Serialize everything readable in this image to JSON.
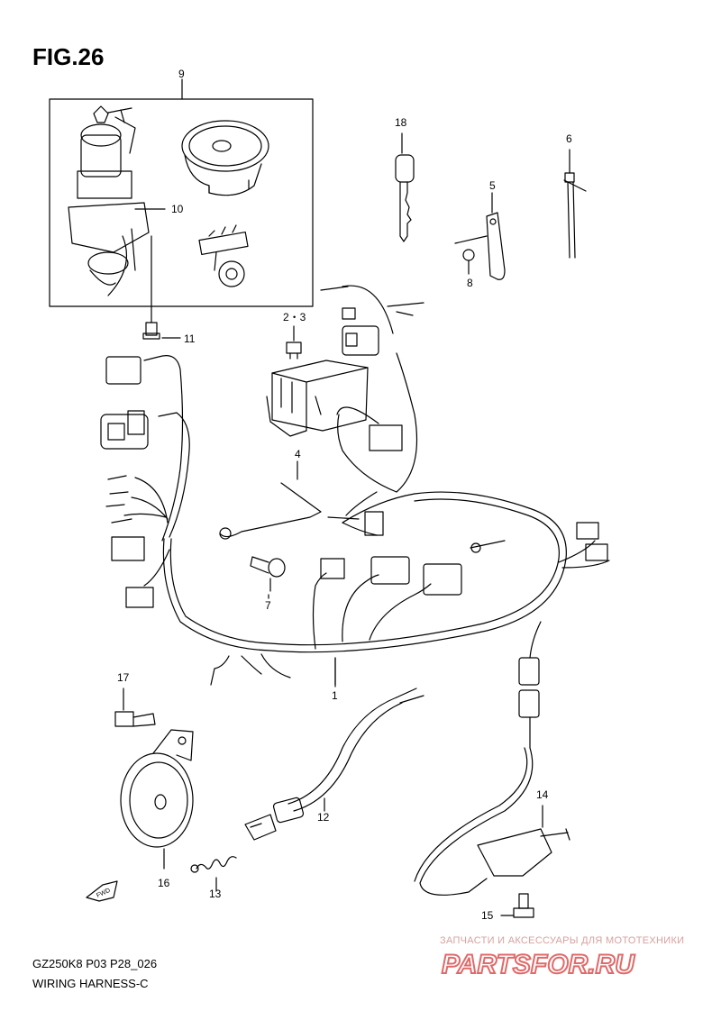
{
  "figure": {
    "title": "FIG.26",
    "code": "GZ250K8 P03 P28_026",
    "subtitle": "WIRING HARNESS-C"
  },
  "callouts": {
    "c1": "1",
    "c2_3": "2・3",
    "c4": "4",
    "c5": "5",
    "c6": "6",
    "c7": "7",
    "c8": "8",
    "c9": "9",
    "c10": "10",
    "c11": "11",
    "c12": "12",
    "c13": "13",
    "c14": "14",
    "c15": "15",
    "c16": "16",
    "c17": "17",
    "c18": "18"
  },
  "fwd_label": "FWD",
  "watermark": {
    "tagline": "ЗАПЧАСТИ И АКСЕССУАРЫ ДЛЯ МОТОТЕХНИКИ",
    "logo": "PARTSFOR.RU",
    "color": "#e06a6a"
  }
}
